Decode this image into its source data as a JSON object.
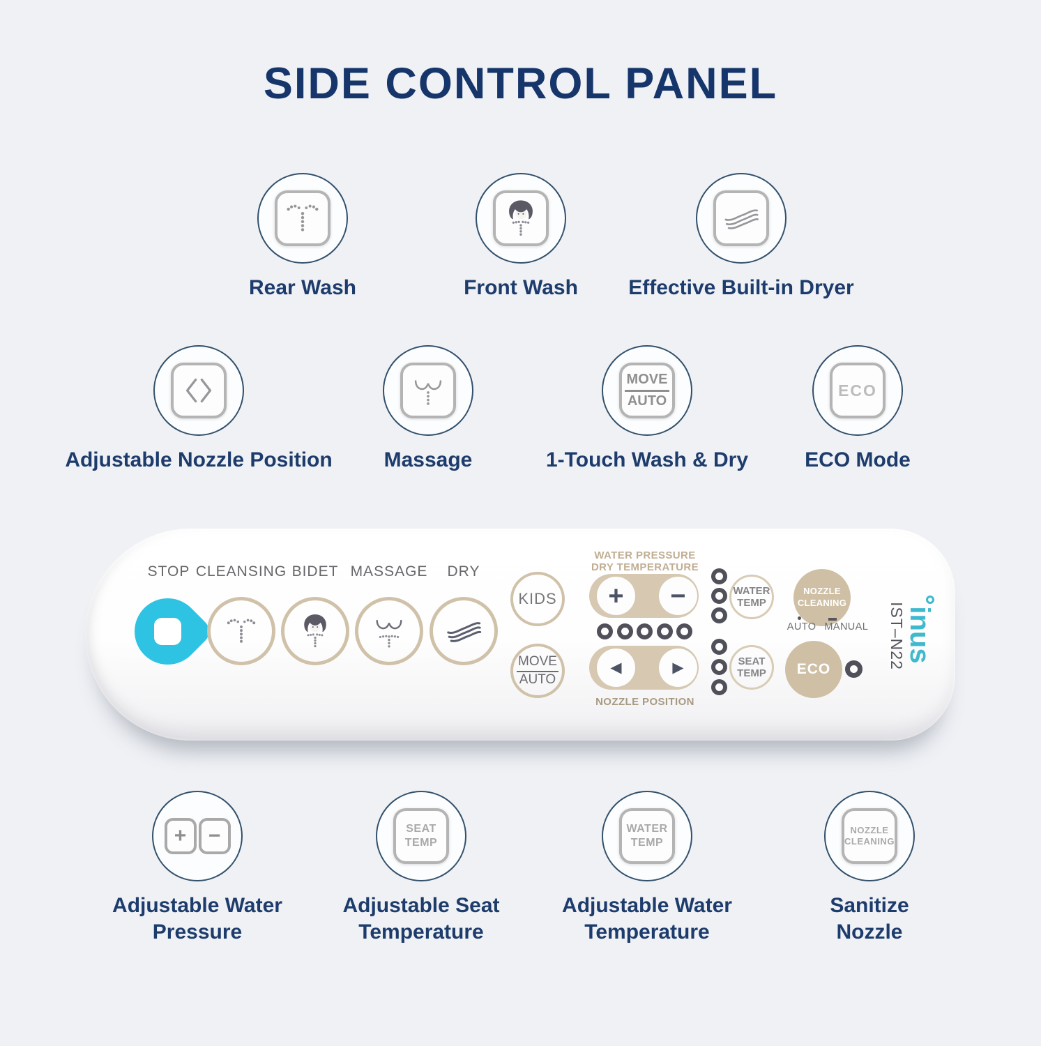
{
  "title": "SIDE CONTROL PANEL",
  "colors": {
    "background": "#eff1f5",
    "navy": "#1c3b6b",
    "tan": "#cfc0a8",
    "accent_cyan": "#2fc3e3",
    "brand_teal": "#3fb9cd"
  },
  "features_top": [
    {
      "icon": "rear-wash-spray-icon",
      "label": "Rear Wash"
    },
    {
      "icon": "front-wash-face-icon",
      "label": "Front Wash"
    },
    {
      "icon": "dryer-waves-icon",
      "label": "Effective Built-in Dryer"
    }
  ],
  "features_mid": [
    {
      "icon": "nozzle-position-arrows-icon",
      "label": "Adjustable Nozzle Position"
    },
    {
      "icon": "massage-icon",
      "label": "Massage"
    },
    {
      "icon": "move-auto-icon",
      "label": "1-Touch Wash & Dry",
      "icon_top": "MOVE",
      "icon_bottom": "AUTO"
    },
    {
      "icon": "eco-icon",
      "label": "ECO Mode",
      "icon_text": "ECO"
    }
  ],
  "features_bottom": [
    {
      "icon": "plus-minus-icon",
      "icon_plus": "+",
      "icon_minus": "−",
      "line1": "Adjustable Water",
      "line2": "Pressure"
    },
    {
      "icon": "seat-temp-icon",
      "icon_line1": "SEAT",
      "icon_line2": "TEMP",
      "line1": "Adjustable Seat",
      "line2": "Temperature"
    },
    {
      "icon": "water-temp-icon",
      "icon_line1": "WATER",
      "icon_line2": "TEMP",
      "line1": "Adjustable Water",
      "line2": "Temperature"
    },
    {
      "icon": "nozzle-cleaning-icon",
      "icon_line1": "NOZZLE",
      "icon_line2": "CLEANING",
      "line1": "Sanitize",
      "line2": "Nozzle"
    }
  ],
  "remote": {
    "stop_label": "STOP",
    "cleansing_label": "CLEANSING",
    "bidet_label": "BIDET",
    "massage_label": "MASSAGE",
    "dry_label": "DRY",
    "kids_label": "KIDS",
    "move_label": "MOVE",
    "auto_label": "AUTO",
    "water_pressure_label": "WATER PRESSURE",
    "dry_temperature_label": "DRY TEMPERATURE",
    "plus": "+",
    "minus": "−",
    "pressure_led_count": 5,
    "arrow_left": "◀",
    "arrow_right": "▶",
    "nozzle_position_label": "NOZZLE POSITION",
    "water_temp_line1": "WATER",
    "water_temp_line2": "TEMP",
    "seat_temp_line1": "SEAT",
    "seat_temp_line2": "TEMP",
    "nozzle_cleaning_line1": "NOZZLE",
    "nozzle_cleaning_line2": "CLEANING",
    "auto_indicator": "AUTO",
    "manual_indicator": "MANUAL",
    "eco_label": "ECO",
    "brand": "inus",
    "model": "IST–N22"
  }
}
